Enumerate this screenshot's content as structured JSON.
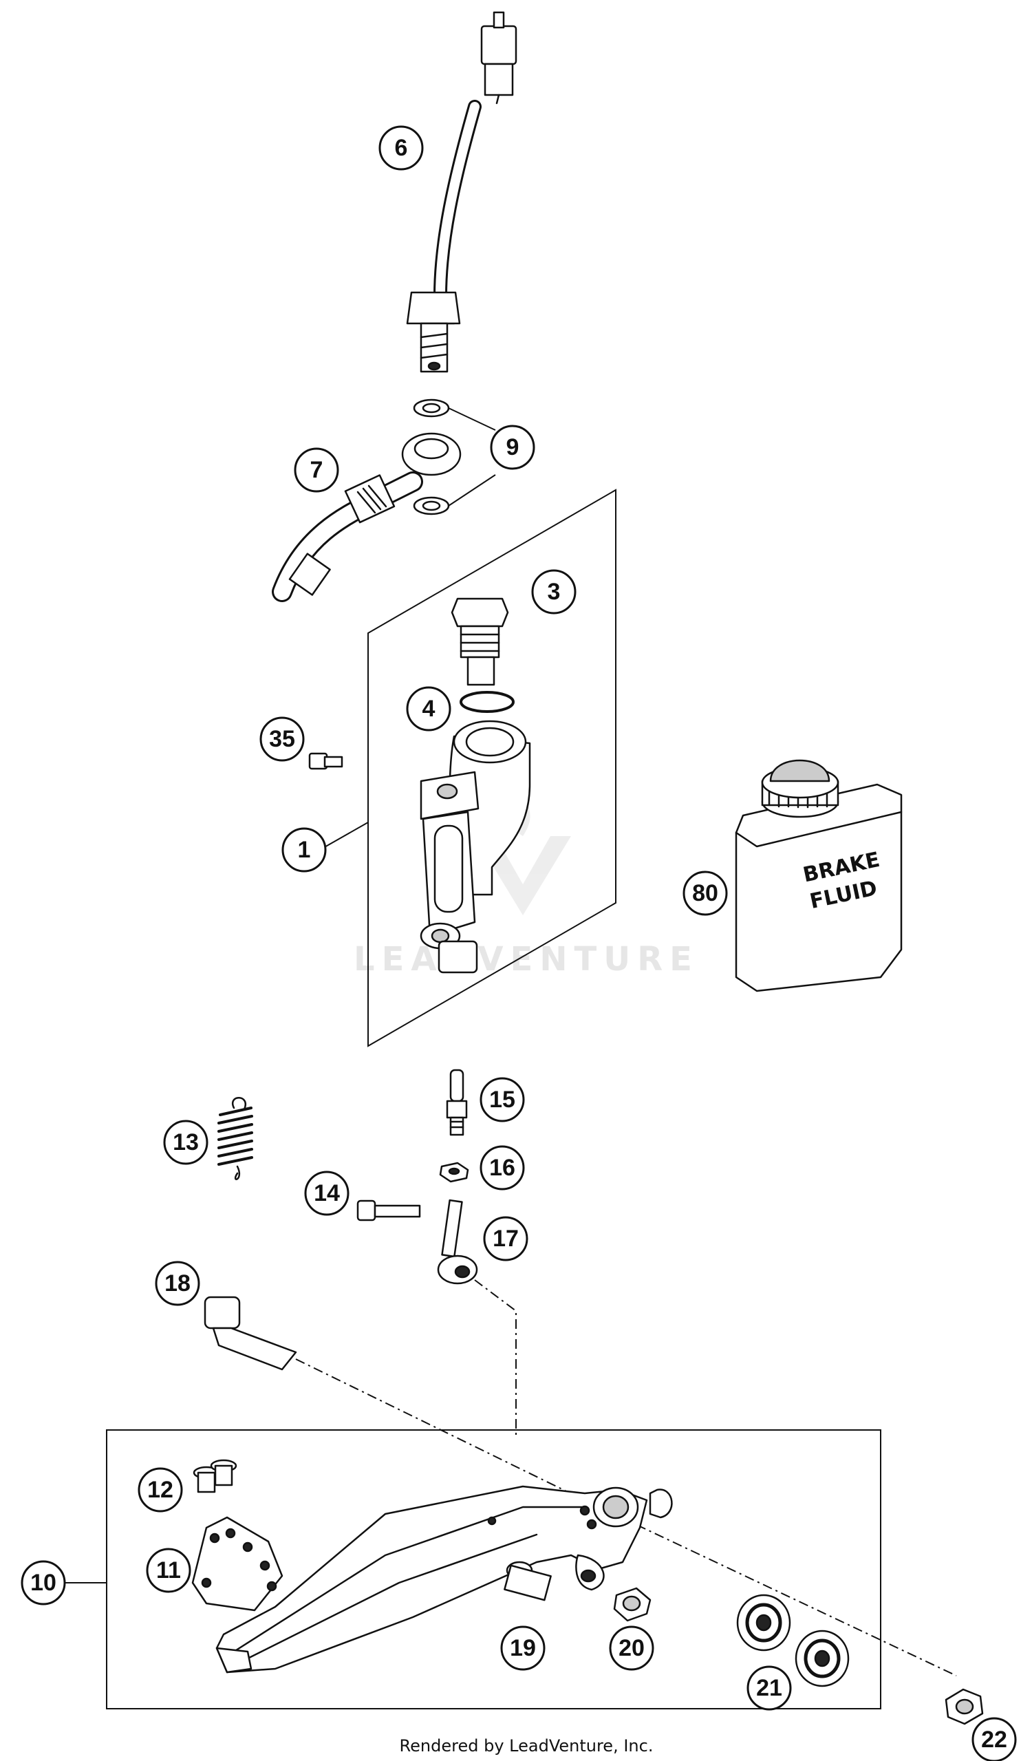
{
  "watermark": "LEADVENTURE",
  "footer": "Rendered by LeadVenture, Inc.",
  "fluid_label": [
    "BRAKE",
    "FLUID"
  ],
  "callouts": [
    {
      "id": "callout-6",
      "label": "6"
    },
    {
      "id": "callout-9",
      "label": "9"
    },
    {
      "id": "callout-7",
      "label": "7"
    },
    {
      "id": "callout-3",
      "label": "3"
    },
    {
      "id": "callout-4",
      "label": "4"
    },
    {
      "id": "callout-35",
      "label": "35"
    },
    {
      "id": "callout-1",
      "label": "1"
    },
    {
      "id": "callout-80",
      "label": "80"
    },
    {
      "id": "callout-15",
      "label": "15"
    },
    {
      "id": "callout-13",
      "label": "13"
    },
    {
      "id": "callout-16",
      "label": "16"
    },
    {
      "id": "callout-14",
      "label": "14"
    },
    {
      "id": "callout-17",
      "label": "17"
    },
    {
      "id": "callout-18",
      "label": "18"
    },
    {
      "id": "callout-12",
      "label": "12"
    },
    {
      "id": "callout-11",
      "label": "11"
    },
    {
      "id": "callout-10",
      "label": "10"
    },
    {
      "id": "callout-19",
      "label": "19"
    },
    {
      "id": "callout-20",
      "label": "20"
    },
    {
      "id": "callout-21",
      "label": "21"
    },
    {
      "id": "callout-22",
      "label": "22"
    }
  ]
}
